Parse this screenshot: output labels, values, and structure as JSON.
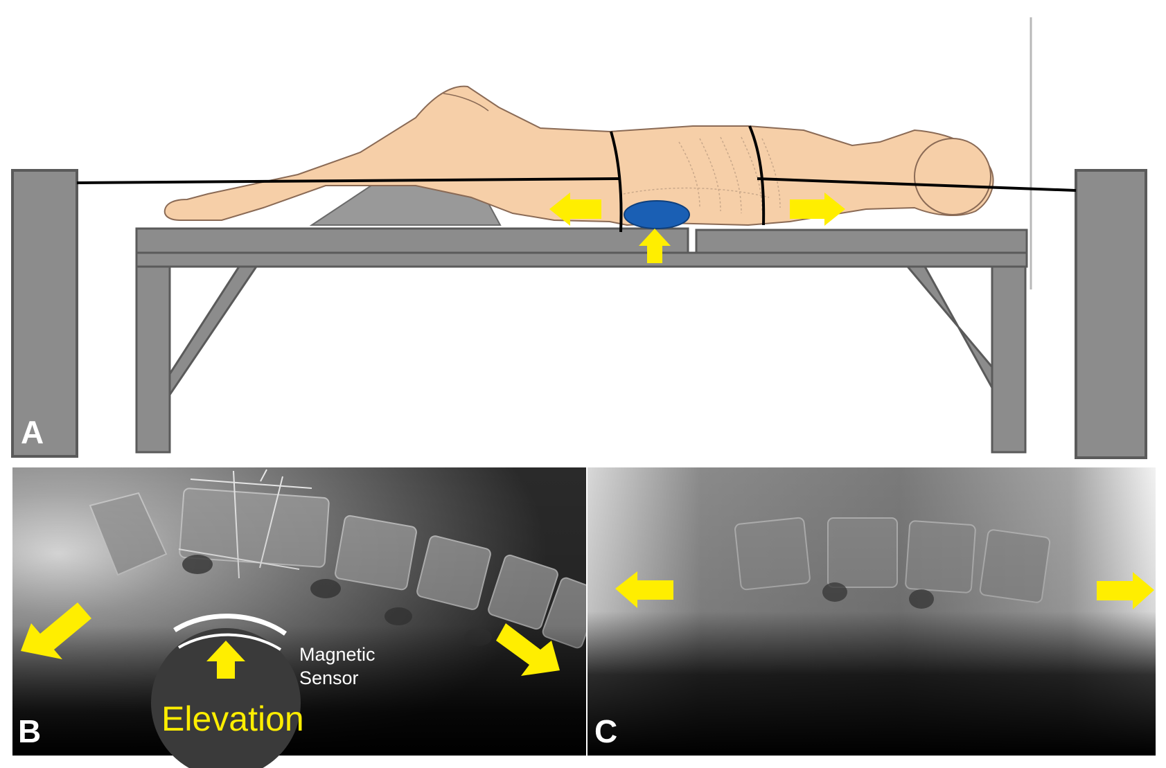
{
  "panels": {
    "a": {
      "letter": "A"
    },
    "b": {
      "letter": "B",
      "sensor_line1": "Magnetic",
      "sensor_line2": "Sensor",
      "elevation": "Elevation"
    },
    "c": {
      "letter": "C"
    }
  },
  "colors": {
    "table": "#8c8c8c",
    "table_border": "#5a5a5a",
    "arrow": "#ffee00",
    "pad": "#1a5fb4",
    "skin": "#f6cfa8",
    "skin_outline": "#8a6a55",
    "traction_line": "#000000",
    "xray_bg": "#000000"
  },
  "icons": {
    "traction_arrows": "yellow-block-arrow",
    "sensor": "magnetic-sensor-arc"
  }
}
